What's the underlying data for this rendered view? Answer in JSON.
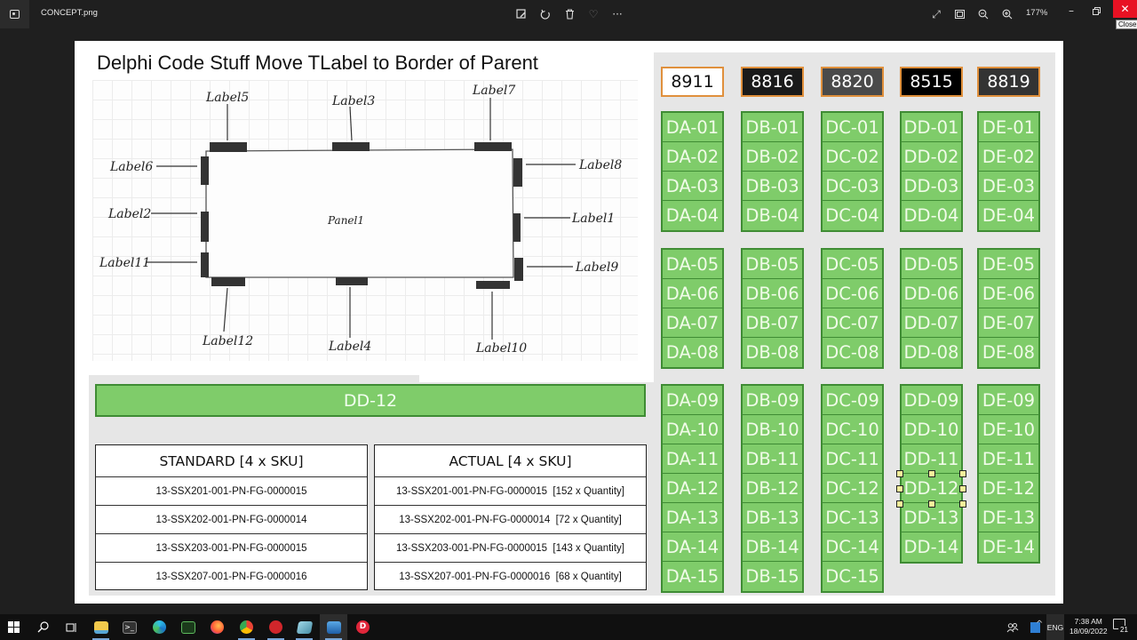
{
  "window": {
    "file_name": "CONCEPT.png",
    "zoom_level": "177%",
    "close_tooltip": "Close",
    "toolbar_icons": [
      "edit-image-icon",
      "rotate-icon",
      "delete-icon",
      "favorite-heart-icon",
      "more-ellipsis-icon"
    ],
    "view_icons": [
      "fullscreen-expand-icon",
      "fit-to-window-icon",
      "zoom-out-icon",
      "zoom-in-icon"
    ],
    "window_controls": [
      "minimize-icon",
      "restore-icon",
      "close-icon"
    ]
  },
  "document": {
    "title": "Delphi Code Stuff Move TLabel to Border of Parent",
    "sketch": {
      "panel_label": "Panel1",
      "labels": {
        "top": [
          "Label5",
          "Label3",
          "Label7"
        ],
        "left": [
          "Label6",
          "Label2",
          "Label11"
        ],
        "right": [
          "Label8",
          "Label1",
          "Label9"
        ],
        "bottom": [
          "Label12",
          "Label4",
          "Label10"
        ]
      }
    },
    "selected_bin": "DD-12",
    "standard_table": {
      "header": "STANDARD [4 x SKU]",
      "rows": [
        "13-SSX201-001-PN-FG-0000015",
        "13-SSX202-001-PN-FG-0000014",
        "13-SSX203-001-PN-FG-0000015",
        "13-SSX207-001-PN-FG-0000016"
      ]
    },
    "actual_table": {
      "header": "ACTUAL [4 x SKU]",
      "rows": [
        "13-SSX201-001-PN-FG-0000015  [152 x Quantity]",
        "13-SSX202-001-PN-FG-0000014  [72 x Quantity]",
        "13-SSX203-001-PN-FG-0000015  [143 x Quantity]",
        "13-SSX207-001-PN-FG-0000016  [68 x Quantity]"
      ]
    },
    "columns": [
      {
        "code": "8911",
        "bg": "#ffffff",
        "fg": "#111111",
        "prefix": "DA",
        "groups": [
          [
            "DA-01",
            "DA-02",
            "DA-03",
            "DA-04"
          ],
          [
            "DA-05",
            "DA-06",
            "DA-07",
            "DA-08"
          ],
          [
            "DA-09",
            "DA-10",
            "DA-11",
            "DA-12",
            "DA-13",
            "DA-14",
            "DA-15"
          ]
        ]
      },
      {
        "code": "8816",
        "bg": "#1a1a1a",
        "fg": "#ffffff",
        "prefix": "DB",
        "groups": [
          [
            "DB-01",
            "DB-02",
            "DB-03",
            "DB-04"
          ],
          [
            "DB-05",
            "DB-06",
            "DB-07",
            "DB-08"
          ],
          [
            "DB-09",
            "DB-10",
            "DB-11",
            "DB-12",
            "DB-13",
            "DB-14",
            "DB-15"
          ]
        ]
      },
      {
        "code": "8820",
        "bg": "#4a4a4a",
        "fg": "#ffffff",
        "prefix": "DC",
        "groups": [
          [
            "DC-01",
            "DC-02",
            "DC-03",
            "DC-04"
          ],
          [
            "DC-05",
            "DC-06",
            "DC-07",
            "DC-08"
          ],
          [
            "DC-09",
            "DC-10",
            "DC-11",
            "DC-12",
            "DC-13",
            "DC-14",
            "DC-15"
          ]
        ]
      },
      {
        "code": "8515",
        "bg": "#000000",
        "fg": "#ffffff",
        "prefix": "DD",
        "groups": [
          [
            "DD-01",
            "DD-02",
            "DD-03",
            "DD-04"
          ],
          [
            "DD-05",
            "DD-06",
            "DD-07",
            "DD-08"
          ],
          [
            "DD-09",
            "DD-10",
            "DD-11",
            "DD-12",
            "DD-13",
            "DD-14"
          ]
        ]
      },
      {
        "code": "8819",
        "bg": "#333333",
        "fg": "#ffffff",
        "prefix": "DE",
        "groups": [
          [
            "DE-01",
            "DE-02",
            "DE-03",
            "DE-04"
          ],
          [
            "DE-05",
            "DE-06",
            "DE-07",
            "DE-08"
          ],
          [
            "DE-09",
            "DE-10",
            "DE-11",
            "DE-12",
            "DE-13",
            "DE-14"
          ]
        ]
      }
    ],
    "colors": {
      "bin_fill": "#7fcc6a",
      "bin_border": "#3f8c34",
      "dept_border": "#e0903c",
      "panel_gray": "#e6e6e6",
      "selection_handle": "#f4ef9a"
    }
  },
  "taskbar": {
    "apps": [
      "start-icon",
      "search-icon",
      "task-view-icon",
      "file-explorer-icon",
      "terminal-icon",
      "edge-icon",
      "app-ce-icon",
      "firefox-icon",
      "chrome-icon",
      "delphi-icon",
      "notepad-icon",
      "photos-icon",
      "d-app-icon"
    ],
    "tray": {
      "language": "ENG",
      "time": "7:38 AM",
      "date": "18/09/2022",
      "notification_count": "21"
    }
  }
}
